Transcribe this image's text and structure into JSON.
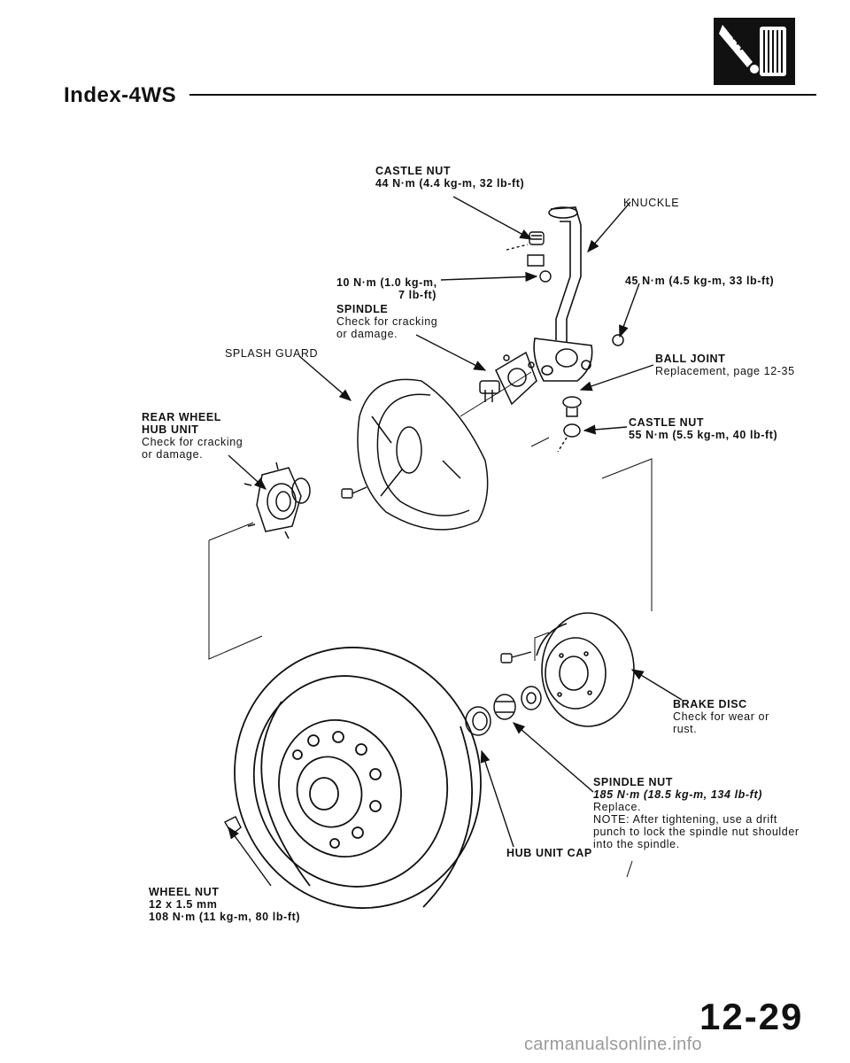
{
  "header": {
    "title": "Index-4WS"
  },
  "icons": {
    "section_icon": "shock-absorber-spring-icon"
  },
  "labels": {
    "castle_nut_top": {
      "title": "CASTLE NUT",
      "spec": "44 N·m (4.4 kg-m, 32 lb-ft)"
    },
    "knuckle": {
      "title": "KNUCKLE"
    },
    "bolt_10nm": {
      "line1": "10 N·m (1.0 kg-m,",
      "line2": "7 lb-ft)"
    },
    "spindle": {
      "title": "SPINDLE",
      "line1": "Check for cracking",
      "line2": "or damage."
    },
    "bolt_45nm": {
      "spec": "45 N·m (4.5 kg-m, 33 lb-ft)"
    },
    "splash_guard": {
      "title": "SPLASH GUARD"
    },
    "ball_joint": {
      "title": "BALL JOINT",
      "note": "Replacement, page 12-35"
    },
    "rear_wheel_hub": {
      "line1": "REAR WHEEL",
      "line2": "HUB UNIT",
      "line3": "Check for cracking",
      "line4": "or damage."
    },
    "castle_nut_bottom": {
      "title": "CASTLE NUT",
      "spec": "55 N·m (5.5 kg-m, 40 lb-ft)"
    },
    "brake_disc": {
      "title": "BRAKE DISC",
      "line1": "Check for wear or",
      "line2": "rust."
    },
    "spindle_nut": {
      "title": "SPINDLE NUT",
      "spec": "185 N·m (18.5 kg-m, 134 lb-ft)",
      "replace": "Replace.",
      "note1": "NOTE: After tightening, use a drift",
      "note2": "punch to lock the spindle nut shoulder",
      "note3": "into the spindle."
    },
    "hub_unit_cap": {
      "title": "HUB UNIT CAP"
    },
    "wheel_nut": {
      "title": "WHEEL NUT",
      "size": "12 x 1.5 mm",
      "spec": "108 N·m (11 kg-m, 80 lb-ft)"
    }
  },
  "page": {
    "number": "12-29",
    "watermark": "carmanualsonline.info"
  }
}
